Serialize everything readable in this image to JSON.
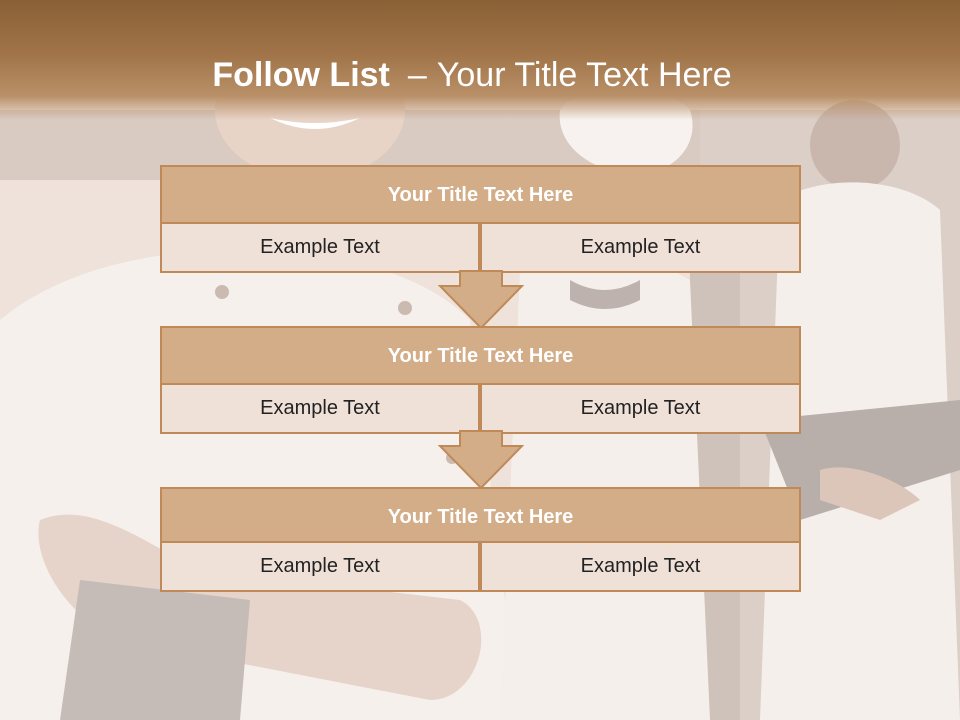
{
  "slide": {
    "title_bold": "Follow List",
    "title_dash": "–",
    "title_rest": "Your Title Text Here"
  },
  "flow": {
    "blocks": [
      {
        "title": "Your Title Text Here",
        "left": "Example Text",
        "right": "Example Text"
      },
      {
        "title": "Your Title Text Here",
        "left": "Example Text",
        "right": "Example Text"
      },
      {
        "title": "Your Title Text Here",
        "left": "Example Text",
        "right": "Example Text"
      }
    ]
  },
  "colors": {
    "header": "#8a6036",
    "block_title_fill": "#d2ad88",
    "block_border": "#c08a58",
    "cell_fill": "#f0e1d8"
  }
}
